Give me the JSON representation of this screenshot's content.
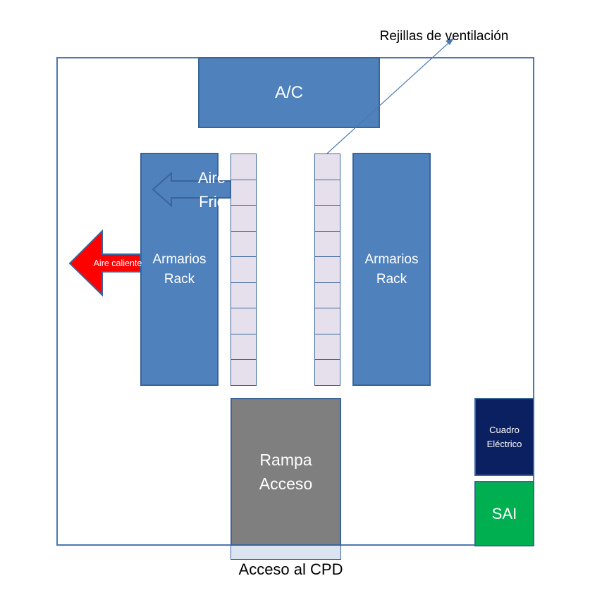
{
  "diagram": {
    "ac_label": "A/C",
    "rack_left_label": "Armarios Rack",
    "rack_right_label": "Armarios Rack",
    "ramp_label": "Rampa Acceso",
    "access_label": "Acceso al CPD",
    "vents_label": "Rejillas de ventilación",
    "cold_air_label": "Aire Frio",
    "hot_air_label": "Aire caliente",
    "panel_label": "Cuadro Eléctrico",
    "ups_label": "SAI"
  },
  "colors": {
    "rack_blue": "#4f81bd",
    "vent_fill": "#e6e0ec",
    "ramp_gray": "#7f7f7f",
    "panel_navy": "#0b2060",
    "ups_green": "#00b050",
    "hot_air_red": "#ff0000"
  }
}
